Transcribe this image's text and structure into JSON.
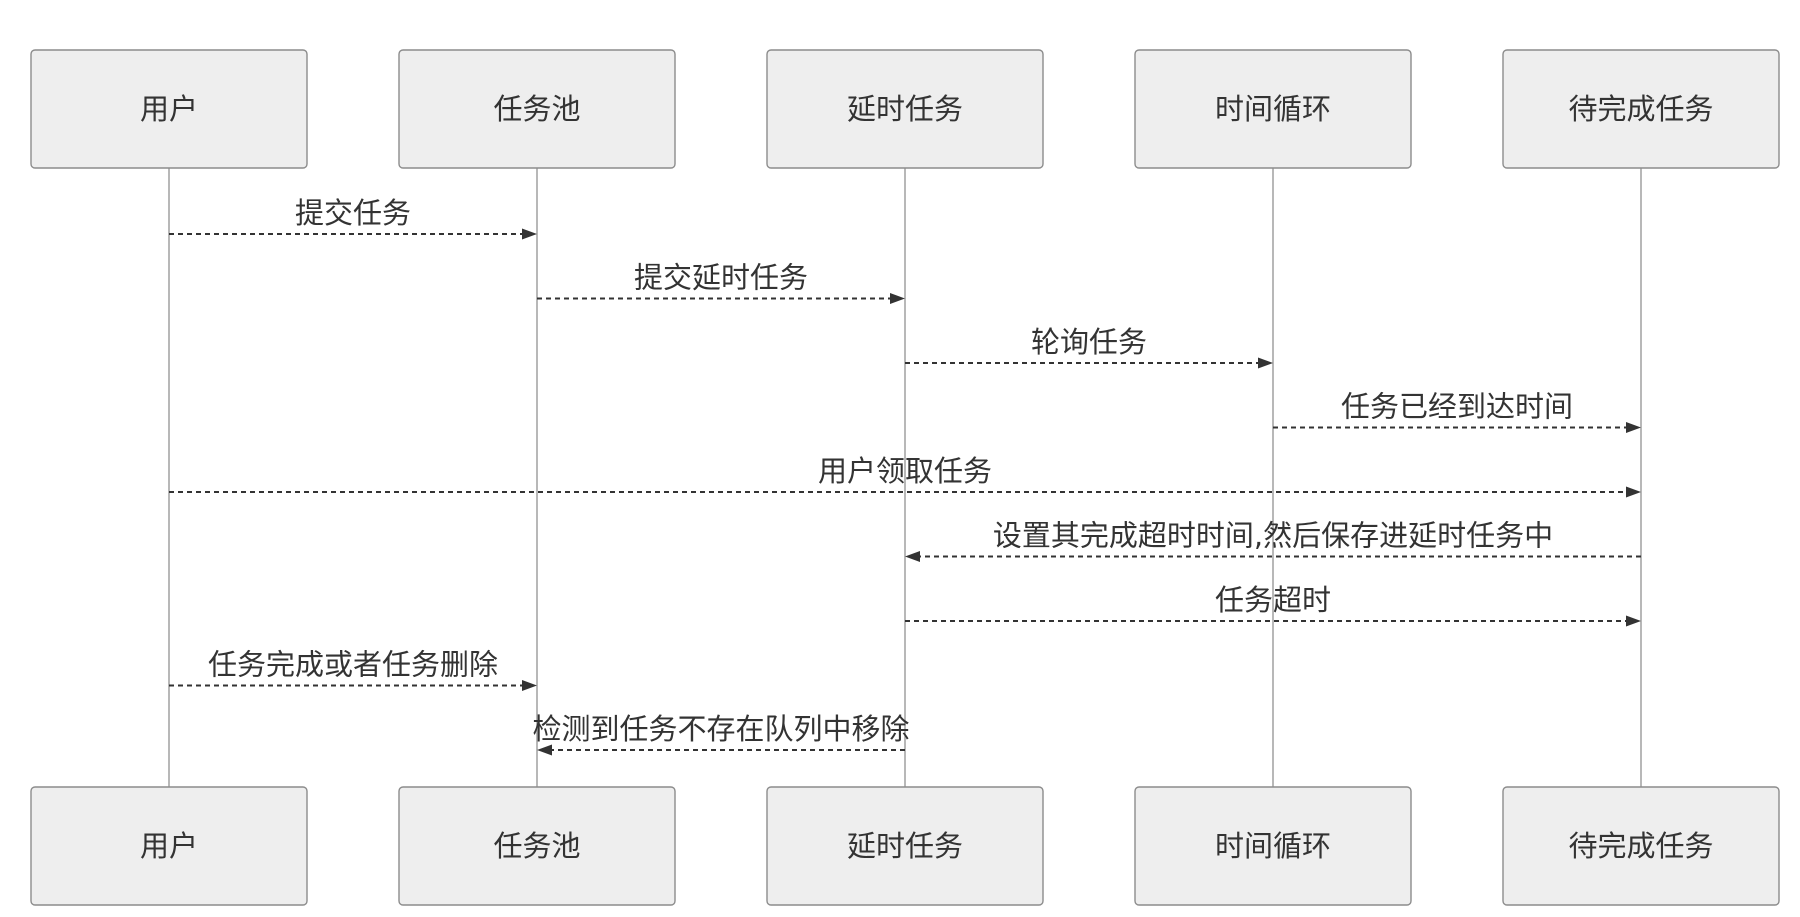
{
  "diagram": {
    "participants": [
      {
        "id": "user",
        "label": "用户"
      },
      {
        "id": "pool",
        "label": "任务池"
      },
      {
        "id": "delay",
        "label": "延时任务"
      },
      {
        "id": "loop",
        "label": "时间循环"
      },
      {
        "id": "pending",
        "label": "待完成任务"
      }
    ],
    "messages": [
      {
        "from": 0,
        "to": 1,
        "label": "提交任务"
      },
      {
        "from": 1,
        "to": 2,
        "label": "提交延时任务"
      },
      {
        "from": 2,
        "to": 3,
        "label": "轮询任务"
      },
      {
        "from": 3,
        "to": 4,
        "label": "任务已经到达时间"
      },
      {
        "from": 0,
        "to": 4,
        "label": "用户领取任务"
      },
      {
        "from": 4,
        "to": 2,
        "label": "设置其完成超时时间,然后保存进延时任务中"
      },
      {
        "from": 2,
        "to": 4,
        "label": "任务超时"
      },
      {
        "from": 0,
        "to": 1,
        "label": "任务完成或者任务删除"
      },
      {
        "from": 2,
        "to": 1,
        "label": "检测到任务不存在队列中移除"
      }
    ]
  }
}
